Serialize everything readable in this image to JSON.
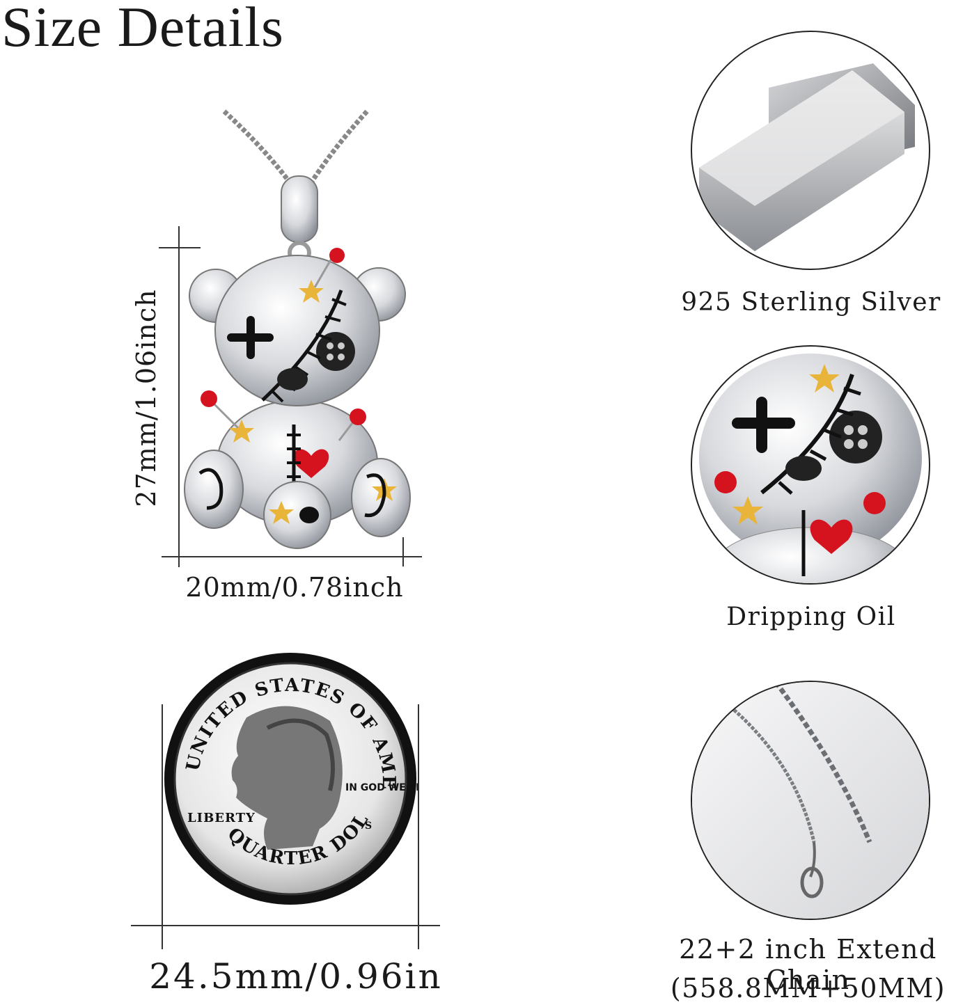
{
  "page": {
    "title": "Size Details"
  },
  "pendant": {
    "height_label": "27mm/1.06inch",
    "width_label": "20mm/0.78inch",
    "image_icon": "teddy-bear-pendant-image"
  },
  "coin": {
    "diameter_label": "24.5mm/0.96in",
    "image_icon": "quarter-dollar-coin-image",
    "text_top": "UNITED STATES OF AMERICA",
    "text_motto": "IN GOD WE TRUST",
    "text_liberty": "LIBERTY",
    "text_bottom": "QUARTER DOLLAR",
    "mint_mark": "S"
  },
  "features": [
    {
      "caption": "925 Sterling Silver",
      "icon": "silver-bars-image"
    },
    {
      "caption": "Dripping Oil",
      "icon": "pendant-closeup-image"
    },
    {
      "caption": "22+2 inch Extend Chain",
      "subcaption": "(558.8MM+50MM)",
      "icon": "chain-closeup-image"
    }
  ],
  "colors": {
    "silver": "#c9ccd1",
    "enamel_red": "#d4131f",
    "star_gold": "#e8b53a",
    "stitch_black": "#111111"
  }
}
